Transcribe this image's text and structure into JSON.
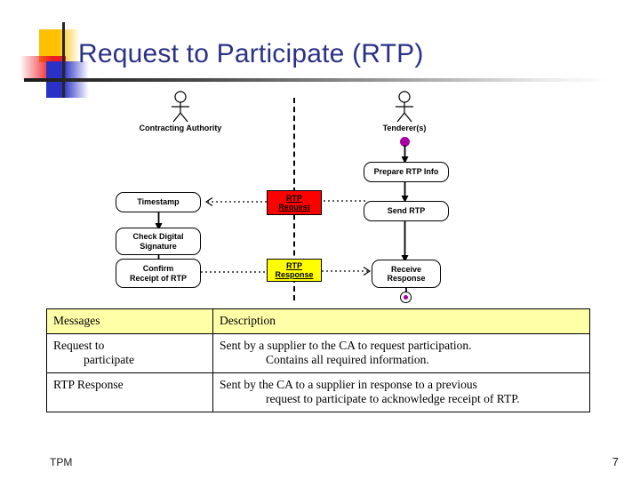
{
  "slide": {
    "title": "Request to Participate (RTP)",
    "title_color": "#2B3286",
    "footer_left": "TPM",
    "footer_page": "7"
  },
  "diagram": {
    "type": "uml-activity-diagram",
    "actors": [
      {
        "name": "contracting-authority",
        "label": "Contracting Authority"
      },
      {
        "name": "tenderers",
        "label": "Tenderer(s)"
      }
    ],
    "left_lane_nodes": [
      {
        "name": "timestamp",
        "label": "Timestamp"
      },
      {
        "name": "check-digital-signature",
        "line1": "Check Digital",
        "line2": "Signature"
      },
      {
        "name": "confirm-receipt-of-rtp",
        "line1": "Confirm",
        "line2": "Receipt of RTP"
      }
    ],
    "right_lane_nodes": [
      {
        "name": "prepare-rtp-info",
        "label": "Prepare RTP Info"
      },
      {
        "name": "send-rtp",
        "label": "Send RTP"
      },
      {
        "name": "receive-response",
        "line1": "Receive",
        "line2": "Response"
      }
    ],
    "messages": [
      {
        "name": "rtp-request",
        "line1": "RTP",
        "line2": "Request",
        "color": "#FF0000"
      },
      {
        "name": "rtp-response",
        "line1": "RTP",
        "line2": "Response",
        "color": "#FFFF00"
      }
    ],
    "start_node_color": "#A600A6",
    "end_node_color": "#A600A6"
  },
  "table": {
    "headers": {
      "messages": "Messages",
      "description": "Description"
    },
    "rows": [
      {
        "message_l1": "Request to",
        "message_l2": "participate",
        "description_l1": "Sent by a supplier to the CA to request participation.",
        "description_l2": "Contains all required information."
      },
      {
        "message_l1": "RTP Response",
        "message_l2": "",
        "description_l1": "Sent by the CA to a supplier in response to a previous",
        "description_l2": "request to participate to acknowledge receipt of RTP."
      }
    ]
  }
}
